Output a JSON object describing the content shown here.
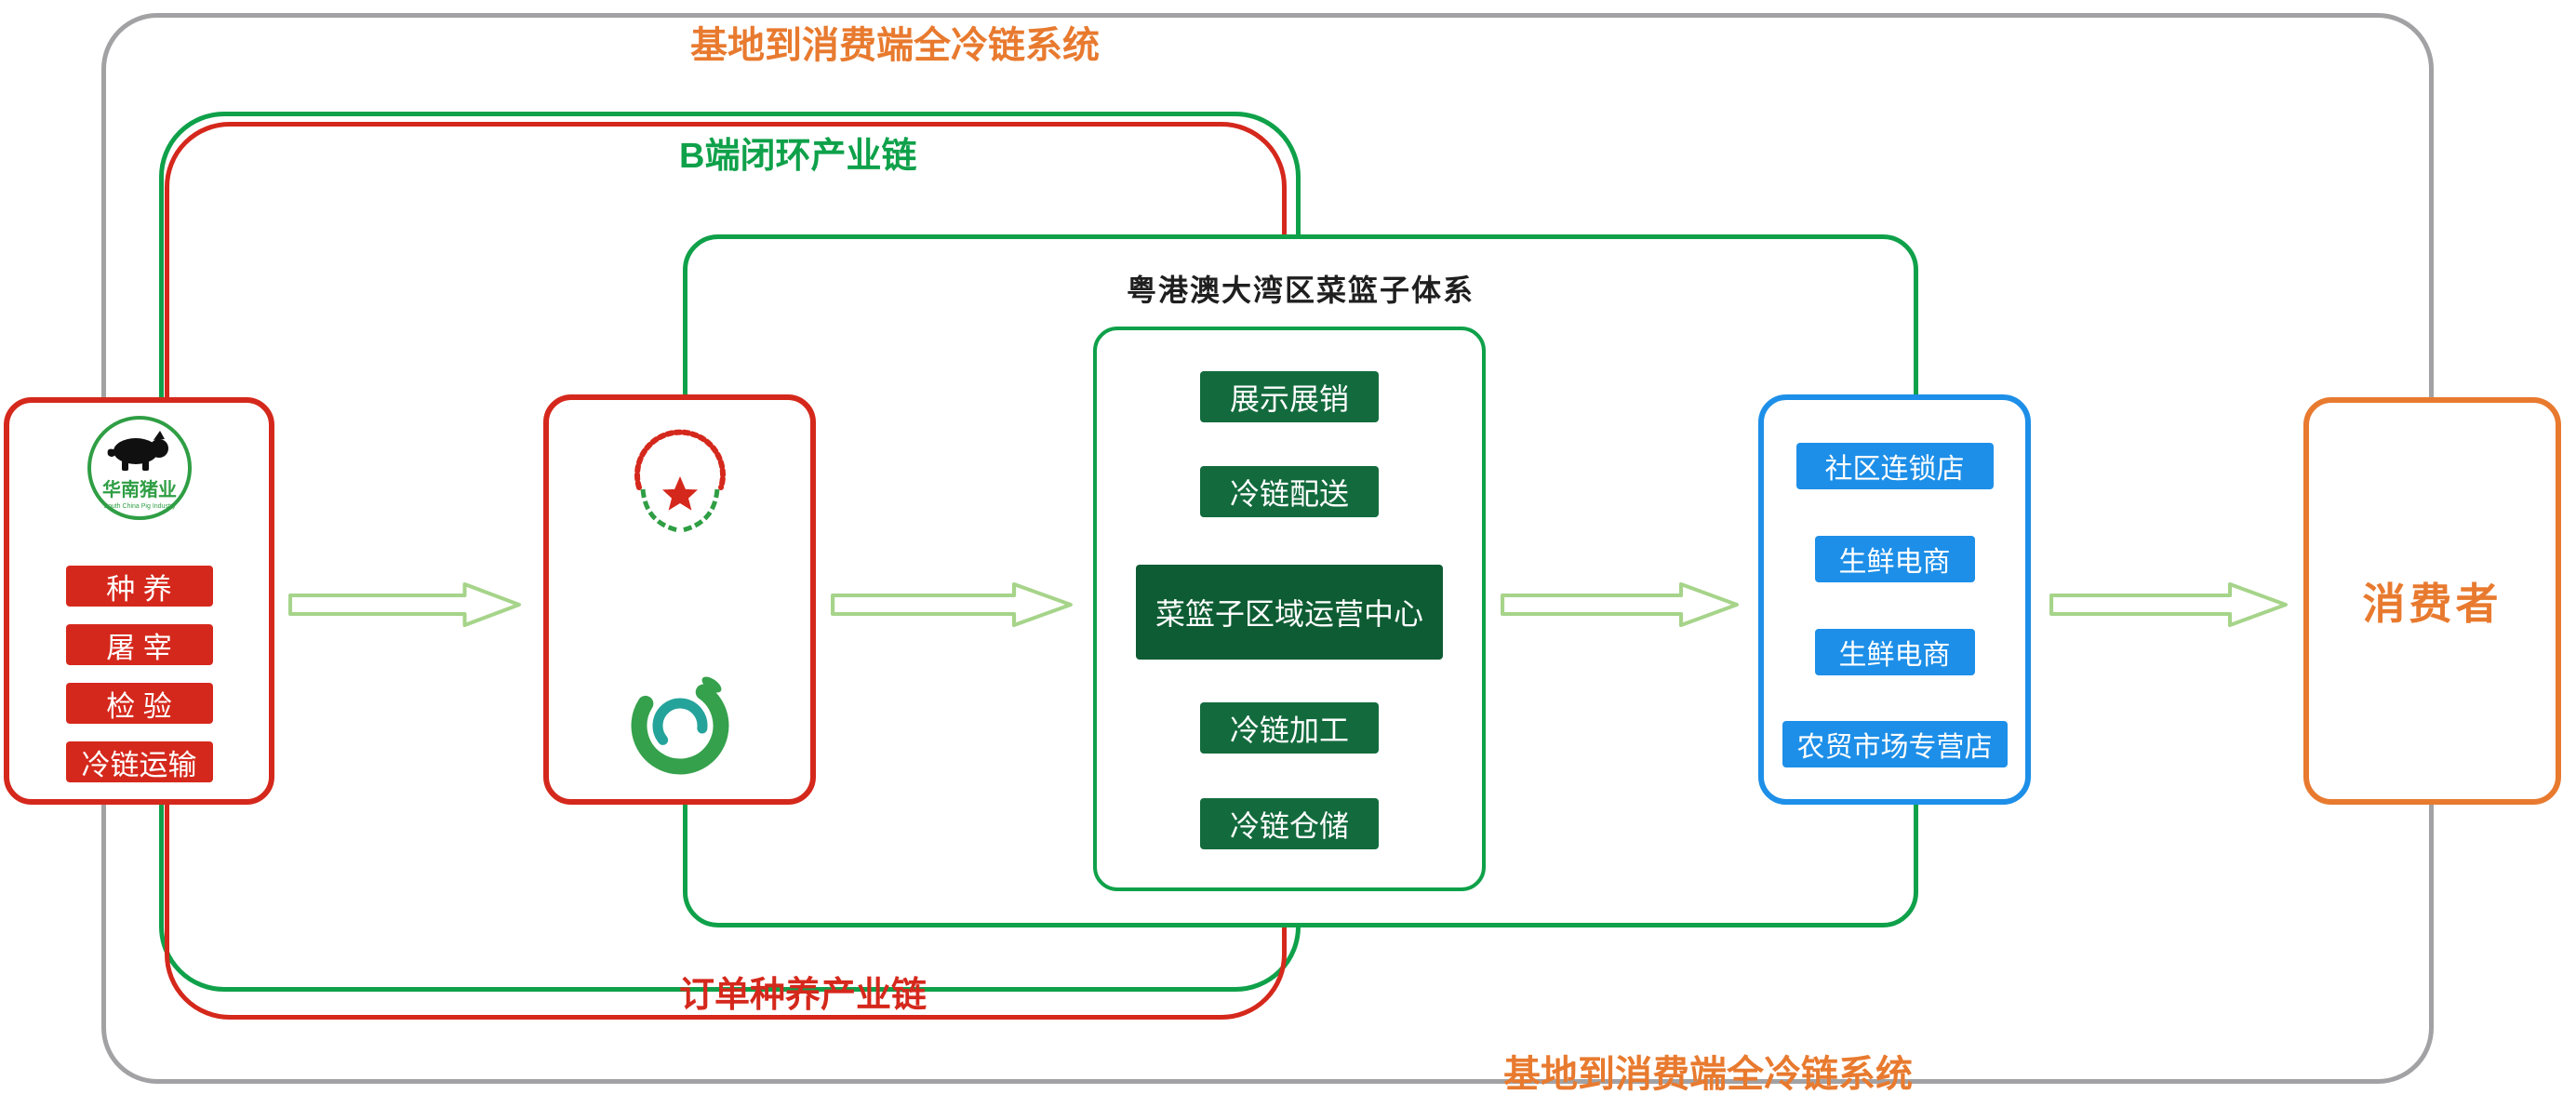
{
  "diagram": {
    "top_title": "基地到消费端全冷链系统",
    "bottom_title": "基地到消费端全冷链系统",
    "b2b_chain_label": "B端闭环产业链",
    "order_chain_label": "订单种养产业链"
  },
  "producer": {
    "logo_title": "华南猪业",
    "logo_subtitle": "South China Pig Industry",
    "steps": [
      "种 养",
      "屠 宰",
      "检 验",
      "冷链运输"
    ]
  },
  "basket_system": {
    "title": "粤港澳大湾区菜篮子体系",
    "buttons": [
      "展示展销",
      "冷链配送",
      "菜篮子区域运营中心",
      "冷链加工",
      "冷链仓储"
    ]
  },
  "retail": {
    "channels": [
      "社区连锁店",
      "生鲜电商",
      "生鲜电商",
      "农贸市场专营店"
    ]
  },
  "consumer": {
    "label": "消费者"
  },
  "icons": {
    "producer_logo": "pig-logo",
    "cert_top": "supply-coop-emblem-logo",
    "cert_bottom": "greater-bay-basket-swirl-logo",
    "connector": "flow-arrow-right"
  },
  "colors": {
    "orange": "#E87A2F",
    "green": "#0FA14A",
    "dark_green": "#136B3D",
    "red": "#D5281C",
    "blue": "#1D8FE8",
    "gray": "#A2A2A4",
    "arrow_green": "#A6D48A"
  }
}
